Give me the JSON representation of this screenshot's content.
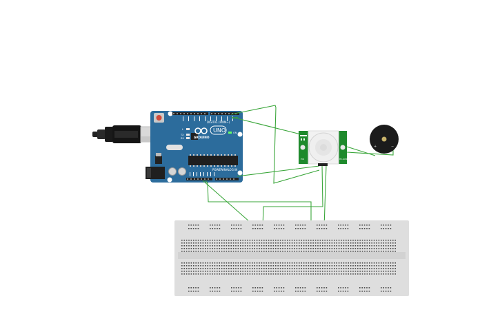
{
  "arduino": {
    "brand_logo": "infinity-logo",
    "model": "UNO",
    "brand": "ARDUINO",
    "digital_label": "DIGITAL (PWM~)",
    "power_label": "POWER",
    "analog_label": "ANALOG IN",
    "led_labels": [
      "L",
      "TX",
      "RX"
    ],
    "on_label": "ON",
    "board_color": "#2c6c9c"
  },
  "pir_sensor": {
    "board_color": "#1e8a2c",
    "left_text": "PIR",
    "right_text": "HC-SR501"
  },
  "buzzer": {
    "plus_label": "+",
    "minus_label": "−"
  },
  "wire_color": "#3aa63a"
}
